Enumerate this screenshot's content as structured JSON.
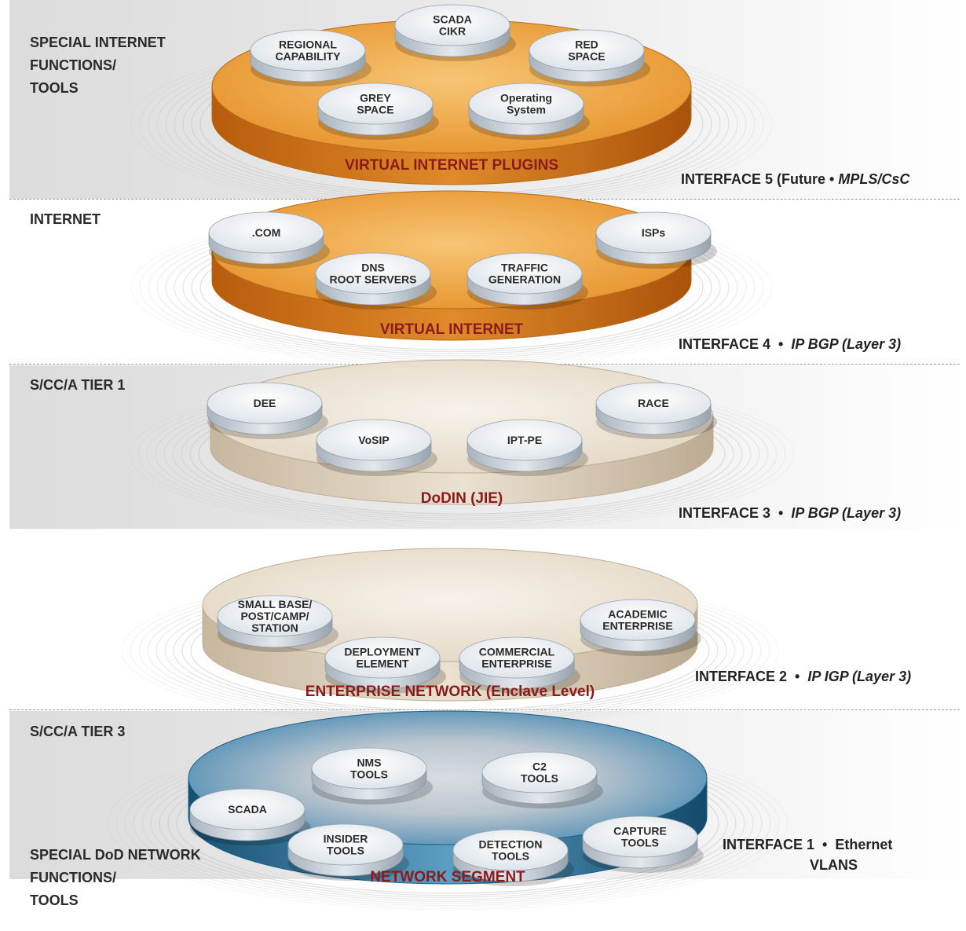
{
  "section_labels": {
    "special_internet": [
      "SPECIAL INTERNET",
      "FUNCTIONS/",
      "TOOLS"
    ],
    "internet": [
      "INTERNET"
    ],
    "tier1": [
      "S/CC/A TIER 1"
    ],
    "tier3": [
      "S/CC/A TIER 3"
    ],
    "special_dod": [
      "SPECIAL DoD NETWORK",
      "FUNCTIONS/",
      "TOOLS"
    ]
  },
  "interfaces": {
    "i5": {
      "prefix": "INTERFACE 5 (Future",
      "sep": "•",
      "proto": "MPLS/CsC"
    },
    "i4": {
      "prefix": "INTERFACE 4",
      "sep": "•",
      "proto": "IP BGP (Layer 3)"
    },
    "i3": {
      "prefix": "INTERFACE 3",
      "sep": "•",
      "proto": "IP BGP (Layer 3)"
    },
    "i2": {
      "prefix": "INTERFACE 2",
      "sep": "•",
      "proto": "IP IGP (Layer 3)"
    },
    "i1": {
      "prefix": "INTERFACE 1",
      "sep": "•",
      "proto": "Ethernet",
      "proto2": "VLANS"
    }
  },
  "layers": [
    {
      "id": "virtual-internet-plugins",
      "title": "VIRTUAL INTERNET PLUGINS",
      "style": "orange",
      "nodes": [
        [
          "SCADA",
          "CIKR"
        ],
        [
          "REGIONAL",
          "CAPABILITY"
        ],
        [
          "RED",
          "SPACE"
        ],
        [
          "GREY",
          "SPACE"
        ],
        [
          "Operating",
          "System"
        ]
      ]
    },
    {
      "id": "virtual-internet",
      "title": "VIRTUAL INTERNET",
      "style": "orange",
      "nodes": [
        [
          ".COM"
        ],
        [
          "ISPs"
        ],
        [
          "DNS",
          "ROOT SERVERS"
        ],
        [
          "TRAFFIC",
          "GENERATION"
        ]
      ]
    },
    {
      "id": "dodin",
      "title": "DoDIN (JIE)",
      "style": "beige",
      "nodes": [
        [
          "DEE"
        ],
        [
          "RACE"
        ],
        [
          "VoSIP"
        ],
        [
          "IPT-PE"
        ]
      ]
    },
    {
      "id": "enterprise-network",
      "title": "ENTERPRISE NETWORK (Enclave Level)",
      "style": "beige",
      "nodes": [
        [
          "SMALL BASE/",
          "POST/CAMP/",
          "STATION"
        ],
        [
          "ACADEMIC",
          "ENTERPRISE"
        ],
        [
          "DEPLOYMENT",
          "ELEMENT"
        ],
        [
          "COMMERCIAL",
          "ENTERPRISE"
        ]
      ]
    },
    {
      "id": "network-segment",
      "title": "NETWORK SEGMENT",
      "style": "blue",
      "nodes": [
        [
          "NMS",
          "TOOLS"
        ],
        [
          "C2",
          "TOOLS"
        ],
        [
          "SCADA"
        ],
        [
          "INSIDER",
          "TOOLS"
        ],
        [
          "DETECTION",
          "TOOLS"
        ],
        [
          "CAPTURE",
          "TOOLS"
        ]
      ]
    }
  ],
  "colors": {
    "orange_top": "#f0a33a",
    "orange_side": "#c96a12",
    "beige_top": "#ece2d2",
    "beige_side": "#cdbda6",
    "blue_top": "#5e9fc4",
    "blue_side": "#1d5f86",
    "title_red": "#8b1a1a",
    "node_fill": "#eef2f6"
  }
}
